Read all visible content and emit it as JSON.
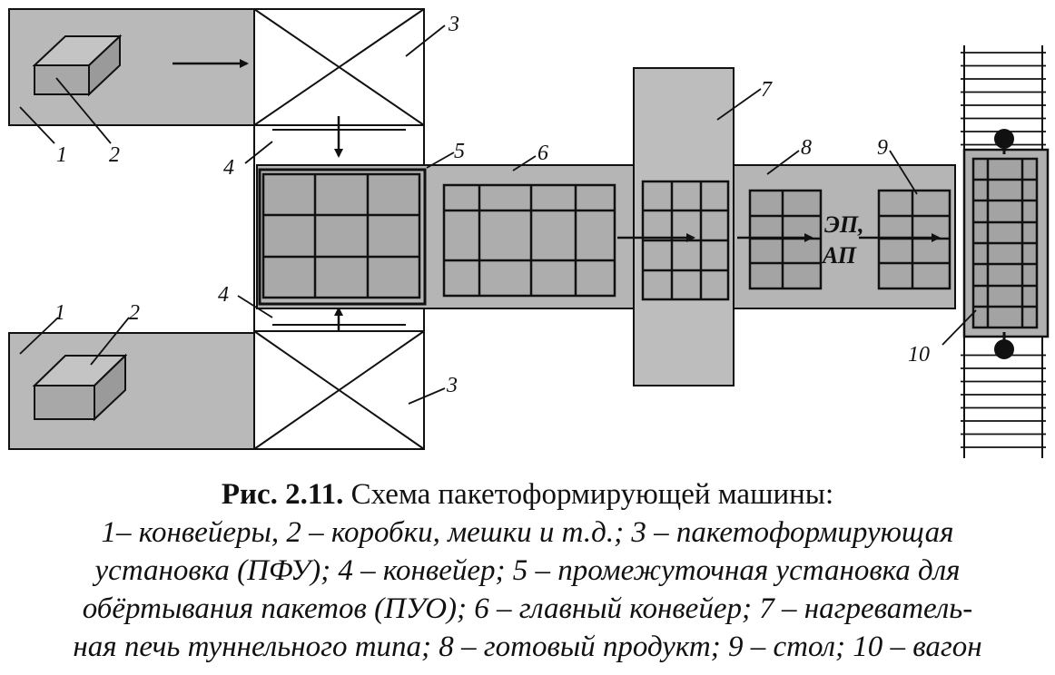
{
  "diagram": {
    "labels": {
      "conveyor_top": "1",
      "box_top": "2",
      "pfu_top": "3",
      "conveyor_link_top": "4",
      "puo": "5",
      "main_conveyor": "6",
      "furnace": "7",
      "product": "8",
      "table": "9",
      "conveyor_bottom": "1",
      "box_bottom": "2",
      "pfu_bottom": "3",
      "conveyor_link_bottom": "4",
      "wagon": "10",
      "ep": "ЭП,",
      "ap": "АП"
    },
    "colors": {
      "line": "#111111",
      "fill": "#b8b8b8",
      "fill_dark": "#9c9c9c",
      "paper": "#ffffff"
    }
  },
  "caption": {
    "number": "Рис. 2.11.",
    "title": " Схема пакетоформирующей машины:",
    "lines": [
      "1– конвейеры, 2 – коробки, мешки и т.д.; 3 – пакетоформирующая",
      "установка (ПФУ); 4 – конвейер; 5 – промежуточная установка для",
      "обёртывания пакетов (ПУО); 6 – главный конвейер; 7 – нагреватель-",
      "ная печь туннельного типа; 8 – готовый продукт; 9 – стол; 10 – вагон"
    ]
  }
}
